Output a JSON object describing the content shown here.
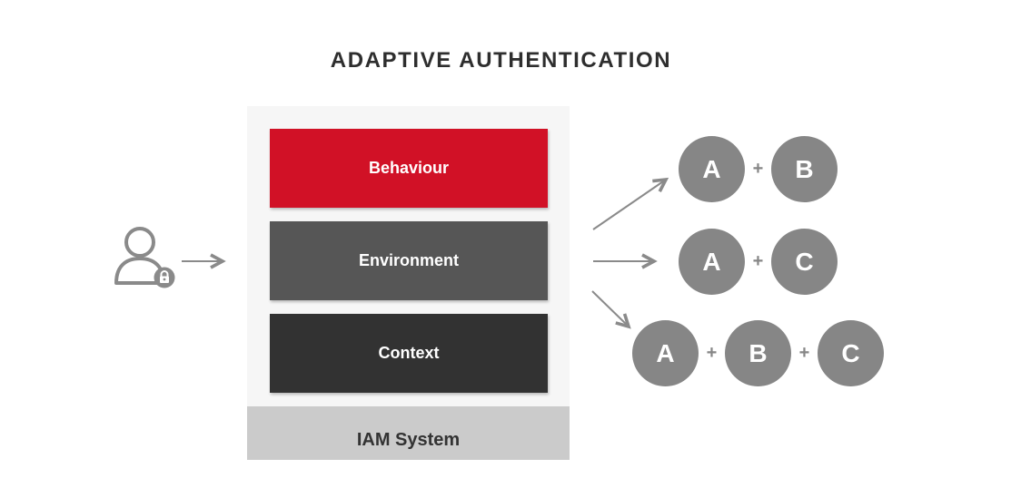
{
  "title": "ADAPTIVE AUTHENTICATION",
  "plus": "+",
  "user": {
    "icon": "user-lock-icon"
  },
  "stack": {
    "layers": [
      {
        "label": "Behaviour",
        "color": "#d11126"
      },
      {
        "label": "Environment",
        "color": "#565656"
      },
      {
        "label": "Context",
        "color": "#323232"
      }
    ],
    "base_label": "IAM System"
  },
  "combinations": [
    {
      "factors": [
        "A",
        "B"
      ]
    },
    {
      "factors": [
        "A",
        "C"
      ]
    },
    {
      "factors": [
        "A",
        "B",
        "C"
      ]
    }
  ],
  "icons": [
    "user-lock-icon",
    "arrow-right-icon",
    "arrow-up-right-icon",
    "arrow-down-right-icon",
    "lock-icon"
  ],
  "colors": {
    "behaviour_red": "#d11126",
    "environment_gray": "#565656",
    "context_charcoal": "#323232",
    "panel_light": "#f6f6f6",
    "iam_base_gray": "#cbcbcb",
    "circle_gray": "#868686",
    "arrow_gray": "#8a8a8a",
    "title_color": "#2e2e2e"
  }
}
